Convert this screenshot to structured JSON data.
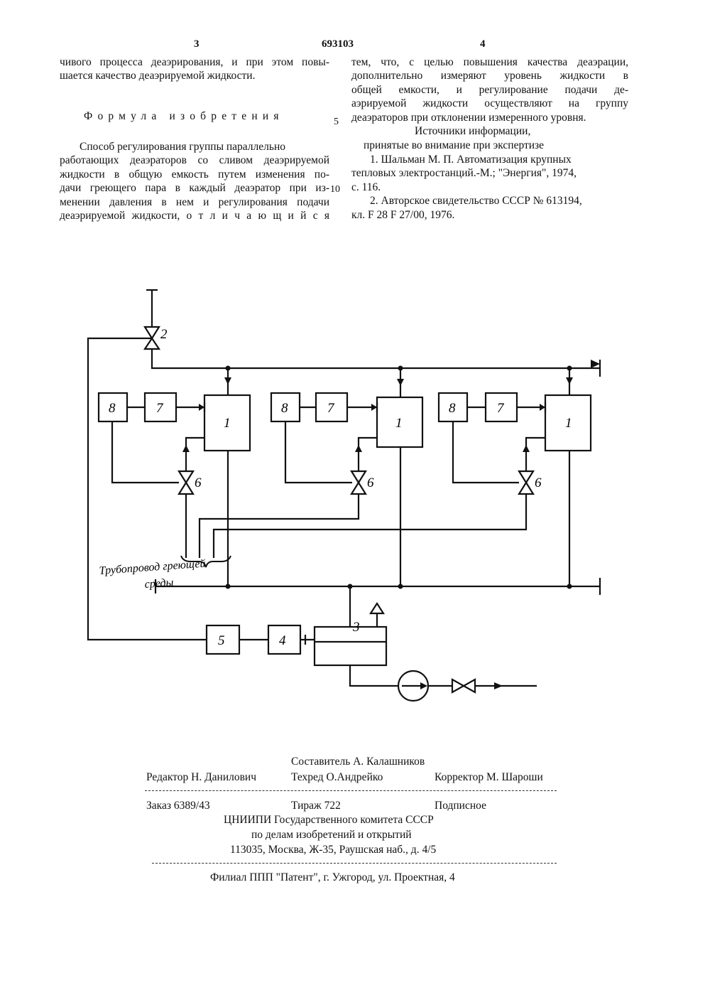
{
  "header": {
    "page_left": "3",
    "patent_number": "693103",
    "page_right": "4"
  },
  "left_column": {
    "intro_lines": [
      "чивого процесса деаэрирования, и при этом повы-",
      "шается качество деаэрируемой жидкости."
    ],
    "heading": "Формула изобретения",
    "claim_lines": [
      "Способ регулирования группы параллельно",
      "работающих деаэраторов со сливом деаэрируемой",
      "жидкости в общую емкость путем изменения по-",
      "дачи греющего пара в каждый деаэратор при из-",
      "менении давления в нем и регулирования подачи",
      "деаэрируемой жидкости, о т л и ч а ю щ и й с я"
    ]
  },
  "line_numbers": [
    "5",
    "10"
  ],
  "right_column": {
    "claim_lines": [
      "тем, что, с целью повышения качества деаэрации,",
      "дополнительно измеряют уровень жидкости в",
      "общей емкости, и регулирование подачи де-",
      "аэрируемой жидкости осуществляют на группу",
      "деаэраторов при отклонении измеренного уровня."
    ],
    "sources_title": "Источники информации,",
    "sources_subtitle": "принятые во внимание при экспертизе",
    "references": [
      "1. Шальман М. П. Автоматизация крупных",
      "тепловых электростанций.-М.; \"Энергия\", 1974,",
      "с. 116.",
      "2. Авторское свидетельство СССР № 613194,",
      "кл. F 28 F 27/00, 1976."
    ]
  },
  "diagram": {
    "block_labels": {
      "deaerator": "1",
      "valve_top": "2",
      "tank": "3",
      "block_4": "4",
      "block_5": "5",
      "valve_6": "6",
      "block_7": "7",
      "block_8": "8"
    },
    "pipe_caption_line1": "Трубопровод греющей",
    "pipe_caption_line2": "среды"
  },
  "imprint": {
    "compiler": "Составитель А. Калашников",
    "editor": "Редактор Н. Данилович",
    "techred": "Техред О.Андрейко",
    "corrector": "Корректор М. Шароши",
    "order": "Заказ 6389/43",
    "print_run": "Тираж 722",
    "subscription": "Подписное",
    "org_line1": "ЦНИИПИ Государственного комитета СССР",
    "org_line2": "по делам изобретений и открытий",
    "address": "113035, Москва, Ж-35, Раушская наб., д. 4/5",
    "branch": "Филиал ППП \"Патент\", г. Ужгород, ул. Проектная, 4"
  }
}
